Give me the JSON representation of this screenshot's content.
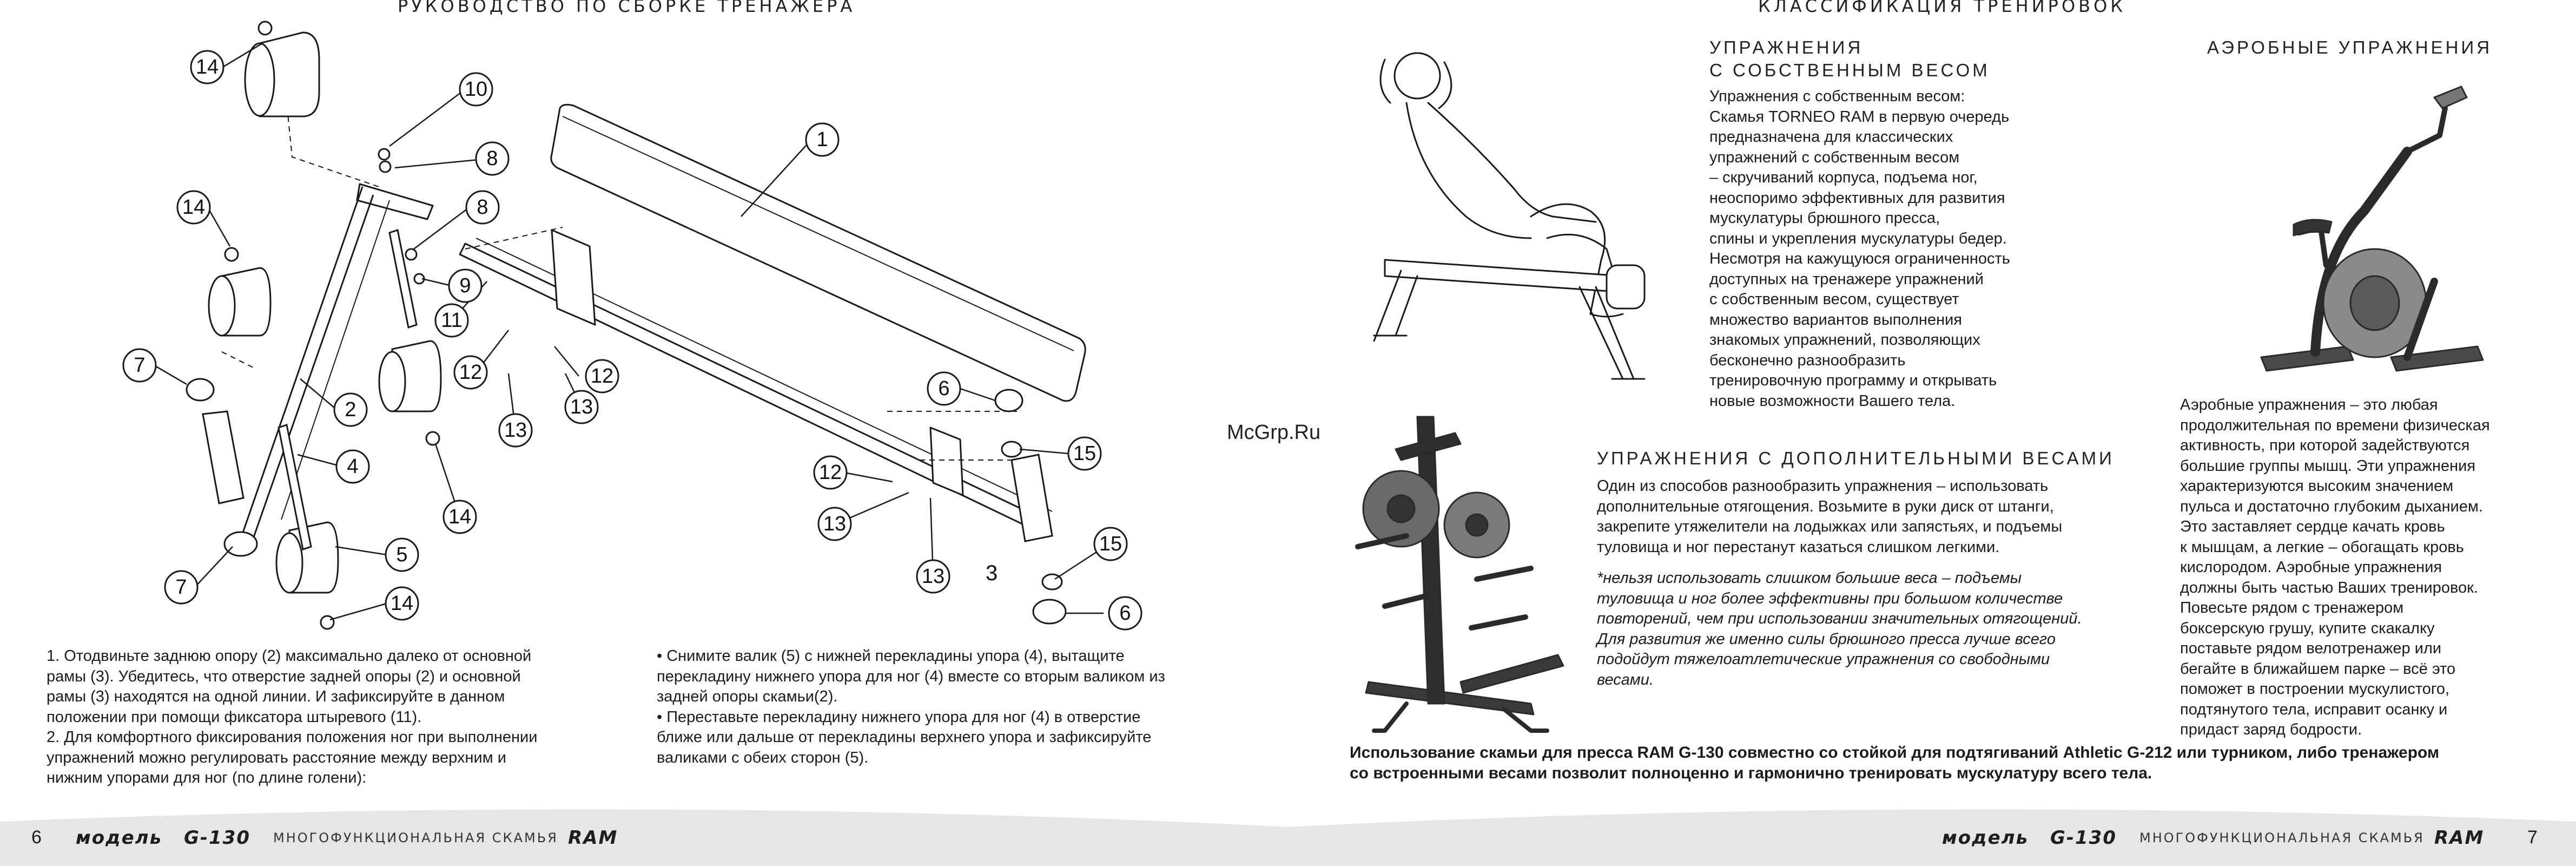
{
  "left_page": {
    "title": "РУКОВОДСТВО ПО СБОРКЕ ТРЕНАЖЕРА",
    "callouts": [
      "14",
      "10",
      "8",
      "1",
      "14",
      "8",
      "9",
      "11",
      "7",
      "2",
      "12",
      "12",
      "13",
      "13",
      "4",
      "14",
      "5",
      "7",
      "14",
      "6",
      "15",
      "12",
      "13",
      "13",
      "15",
      "6",
      "3"
    ],
    "figure_number": "3",
    "instructions_col1": "1.   Отодвиньте заднюю опору (2) максимально далеко от основной\nрамы (3).  Убедитесь, что отверстие задней опоры (2) и основной\nрамы (3) находятся на одной линии. И зафиксируйте в данном\nположении при помощи фиксатора штыревого (11).\n2.   Для комфортного фиксирования положения ног при выполнении\nупражнений можно регулировать расстояние между верхним и\nнижним упорами для ног (по длине голени):",
    "instructions_col2": "•  Снимите валик (5) с нижней перекладины упора (4), вытащите\nперекладину нижнего упора для ног (4) вместе со вторым валиком из\nзадней опоры скамьи(2).\n•  Переставьте перекладину нижнего упора для ног (4) в отверстие\nближе или дальше от перекладины верхнего упора и зафиксируйте\nваликами с обеих сторон (5)."
  },
  "right_page": {
    "title": "КЛАССИФИКАЦИЯ ТРЕНИРОВОК",
    "watermark": "McGrp.Ru",
    "bodyweight": {
      "title_line1": "УПРАЖНЕНИЯ",
      "title_line2": "С СОБСТВЕННЫМ ВЕСОМ",
      "text": "Упражнения с собственным весом:\nСкамья TORNEO RAM в первую очередь\nпредназначена для классических\nупражнений с собственным весом\n– скручиваний корпуса, подъема ног,\nнеоспоримо эффективных для развития\nмускулатуры брюшного пресса,\nспины и укрепления мускулатуры бедер.\nНесмотря на кажущуюся ограниченность\nдоступных на тренажере упражнений\nс собственным весом, существует\nмножество вариантов выполнения\nзнакомых упражнений, позволяющих\nбесконечно разнообразить\nтренировочную программу и открывать\nновые возможности Вашего тела."
    },
    "aerobic": {
      "title": "АЭРОБНЫЕ УПРАЖНЕНИЯ",
      "text": "Аэробные упражнения – это любая\nпродолжительная по времени физическая\nактивность, при которой задействуются\nбольшие группы мышц. Эти упражнения\nхарактеризуются высоким значением\nпульса и достаточно глубоким дыханием.\nЭто заставляет сердце качать кровь\nк мышцам, а легкие – обогащать кровь\nкислородом. Аэробные упражнения\nдолжны быть частью Ваших тренировок.\nПовесьте рядом с тренажером\nбоксерскую грушу, купите скакалку\nпоставьте рядом велотренажер или\nбегайте в ближайшем парке – всё это\nпоможет в построении мускулистого,\nподтянутого тела, исправит осанку и\nпридаст заряд бодрости."
    },
    "weights": {
      "title": "УПРАЖНЕНИЯ С ДОПОЛНИТЕЛЬНЫМИ ВЕСАМИ",
      "text": "Один из способов разнообразить упражнения – использовать\nдополнительные отягощения. Возьмите в руки диск от штанги,\nзакрепите утяжелители на лодыжках или запястьях, и подъемы\nтуловища и ног перестанут казаться слишком легкими.",
      "note": "*нельзя использовать слишком большие веса – подъемы\nтуловища и ног более эффективны при большом количестве\nповторений, чем при использовании значительных отягощений.\nДля развития же именно силы брюшного пресса лучше всего\nподойдут тяжелоатлетические упражнения со свободными\nвесами."
    },
    "bottom_text": "Использование скамьи для пресса RAM G-130 совместно со стойкой для подтягиваний Athletic G-212 или турником, либо тренажером\nсо встроенными весами позволит полноценно и гармонично тренировать мускулатуру всего тела."
  },
  "footer": {
    "left_page_number": "6",
    "right_page_number": "7",
    "model_word": "модель",
    "model_code": "G-130",
    "subtitle": "МНОГОФУНКЦИОНАЛЬНАЯ СКАМЬЯ",
    "brand": "RAM"
  },
  "colors": {
    "footer_band": "#e6e6e6",
    "text": "#1a1a1a",
    "watermark": "#222222"
  }
}
